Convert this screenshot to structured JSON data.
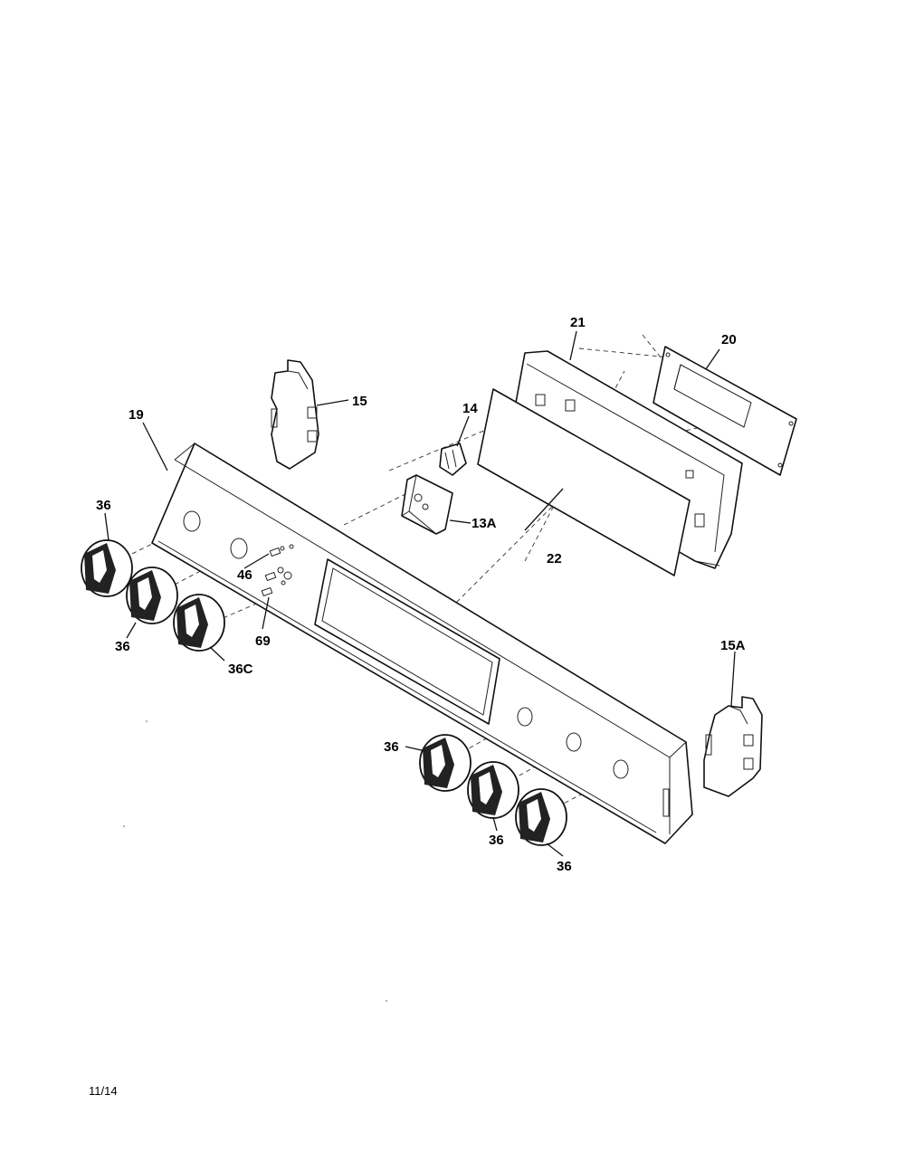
{
  "labels": {
    "l21": "21",
    "l20": "20",
    "l15": "15",
    "l14": "14",
    "l19": "19",
    "l36_a": "36",
    "l13a": "13A",
    "l22": "22",
    "l46": "46",
    "l36_b": "36",
    "l69": "69",
    "l36c": "36C",
    "l15a": "15A",
    "l36_c": "36",
    "l36_d": "36",
    "l36_e": "36"
  },
  "footer": {
    "date_code": "11/14"
  }
}
